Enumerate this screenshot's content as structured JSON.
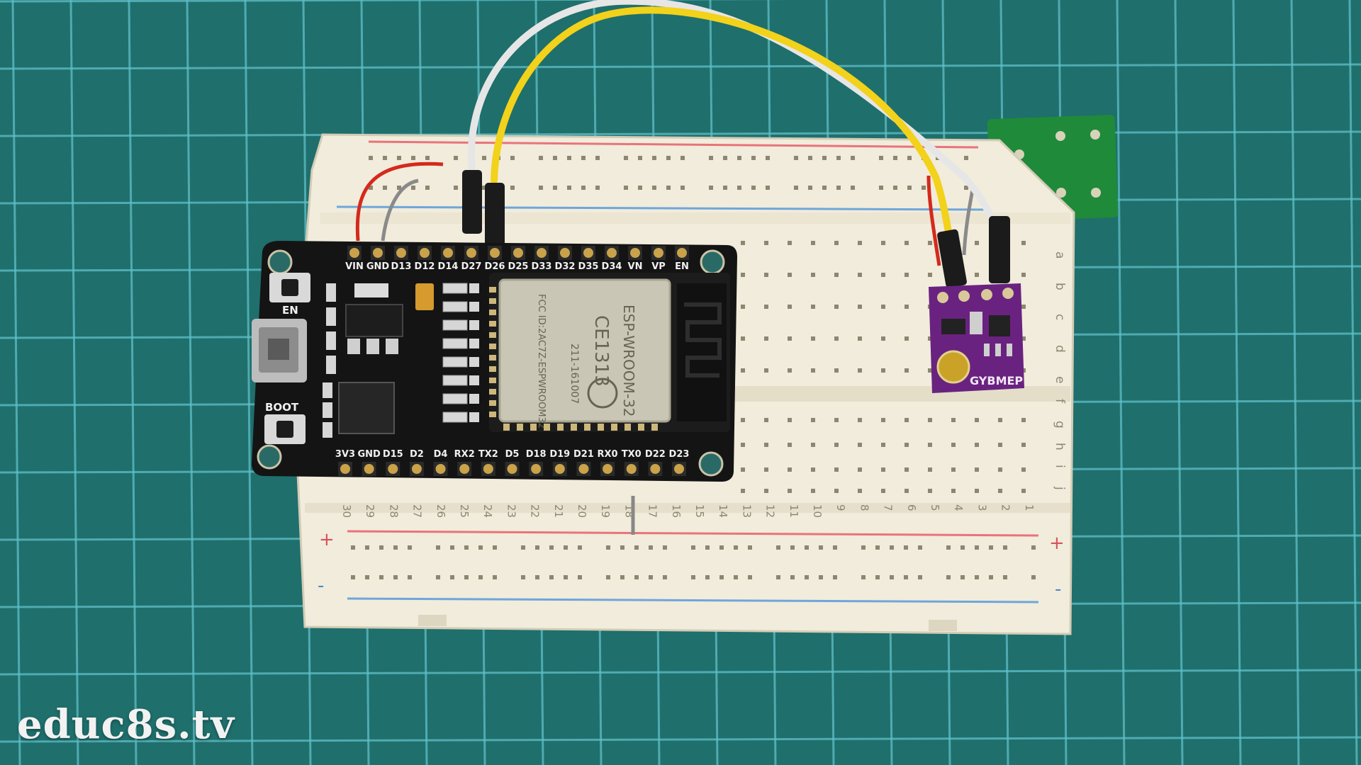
{
  "watermark": "educ8s.tv",
  "esp32": {
    "top_pins": [
      "VIN",
      "GND",
      "D13",
      "D12",
      "D14",
      "D27",
      "D26",
      "D25",
      "D33",
      "D32",
      "D35",
      "D34",
      "VN",
      "VP",
      "EN"
    ],
    "bottom_pins": [
      "3V3",
      "GND",
      "D15",
      "D2",
      "D4",
      "RX2",
      "TX2",
      "D5",
      "D18",
      "D19",
      "D21",
      "RX0",
      "TX0",
      "D22",
      "D23"
    ],
    "button_en": "EN",
    "button_boot": "BOOT",
    "module_brand": "ESP-WROOM-32",
    "module_cert": "CE1313",
    "module_fcc": "FCC ID:2AC7Z-ESPWROOM32",
    "module_code": "211-161007"
  },
  "sensor": {
    "label": "GYBMEP"
  },
  "breadboard": {
    "column_numbers": [
      "30",
      "29",
      "28",
      "27",
      "26",
      "25",
      "24",
      "23",
      "22",
      "21",
      "20",
      "19",
      "18",
      "17",
      "16",
      "15",
      "14",
      "13",
      "12",
      "11",
      "10",
      "9",
      "8",
      "7",
      "6",
      "5",
      "4",
      "3",
      "2",
      "1"
    ],
    "row_letters_top": [
      "a",
      "b",
      "c",
      "d",
      "e"
    ],
    "row_letters_bottom": [
      "f",
      "g",
      "h",
      "i",
      "j"
    ],
    "plus": "+",
    "minus": "-"
  },
  "colors": {
    "mat": "#1f6f6c",
    "grid_line": "#5fc0c8",
    "breadboard": "#f1ecdc",
    "rail_red": "#e8747a",
    "rail_blue": "#6fa6da",
    "pcb": "#141414",
    "sensor_pcb": "#6a2280",
    "green_pcb": "#1f8a3a",
    "wire_white": "#e6e6e6",
    "wire_yellow": "#f2d21a",
    "wire_red": "#d42a1c"
  }
}
